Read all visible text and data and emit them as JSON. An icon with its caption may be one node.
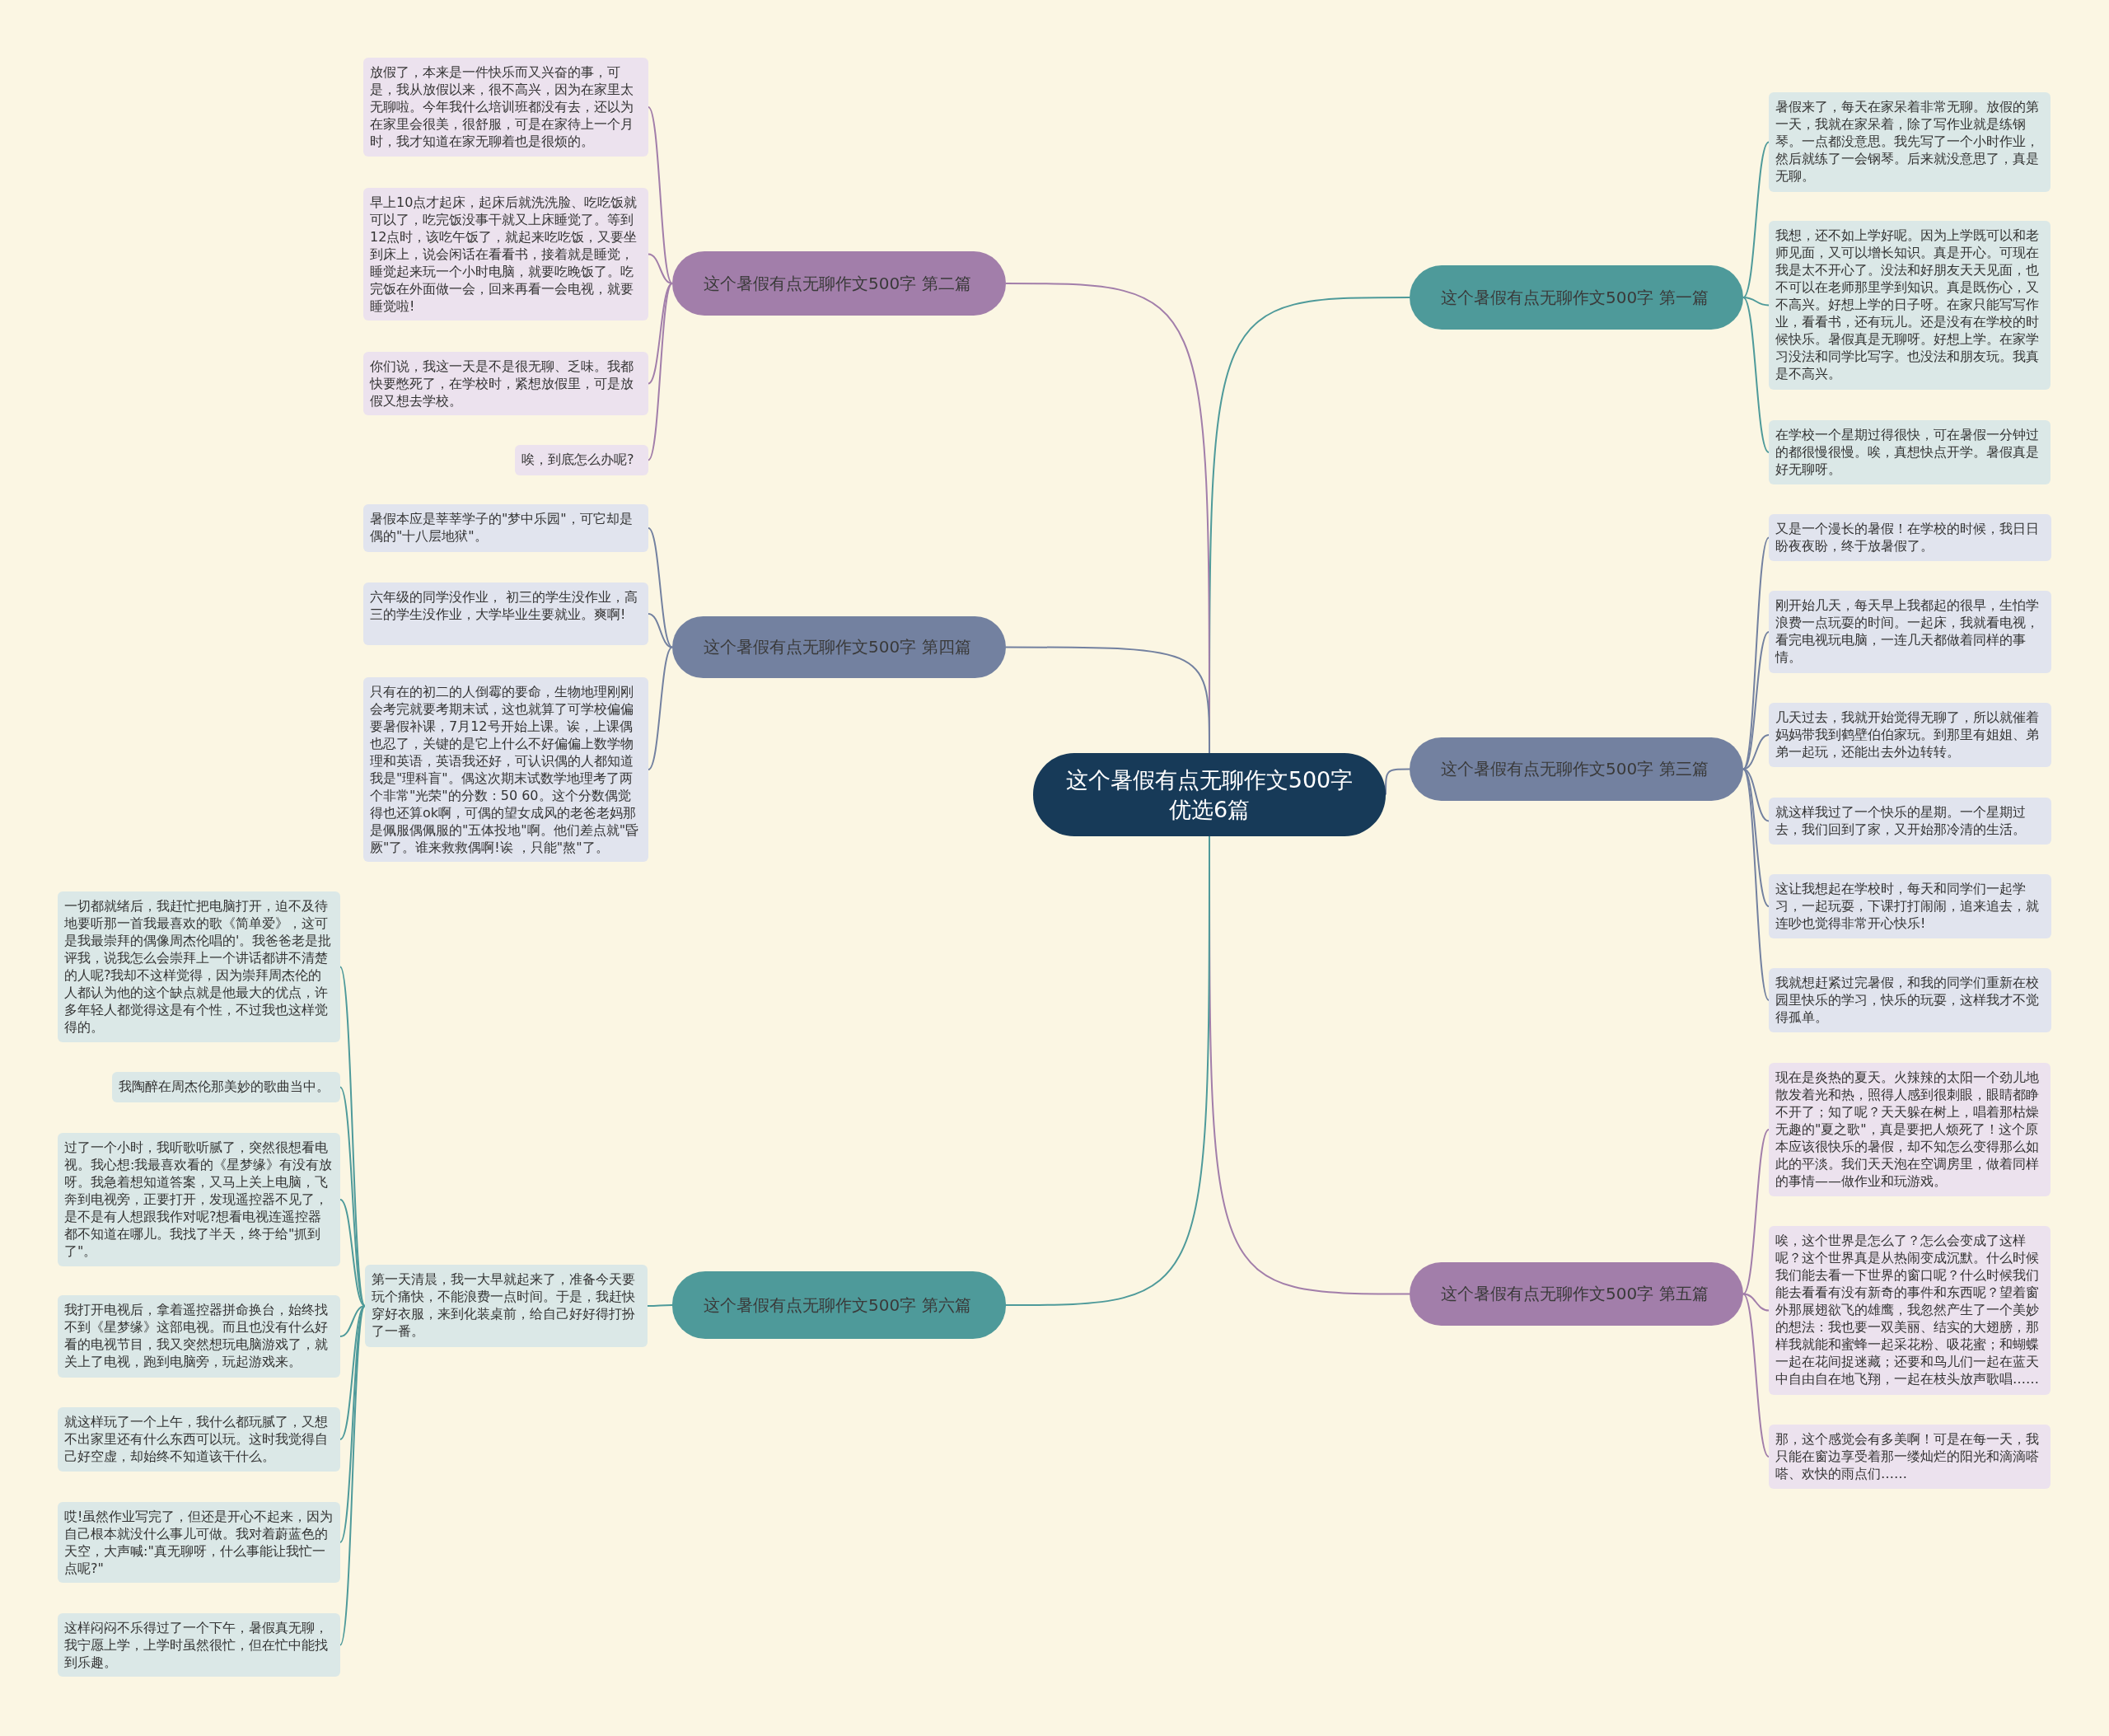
{
  "diagram": {
    "nodes": [
      {
        "text": [
          "这个暑假有点无聊作文500字优选6篇"
        ]
      },
      {
        "text": [
          "这个暑假有点无聊作文500字 第一篇"
        ]
      },
      {
        "text": [
          "暑假来了，每天在家呆着非常无聊。放假的第一天，我就在家呆着，除了写作业就是练钢琴。一点都没意思。我先写了一个小时作业，然后就练了一会钢琴。后来就没意思了，真是无聊。"
        ]
      },
      {
        "text": [
          "我想，还不如上学好呢。因为上学既可以和老师见面，又可以增长知识。真是开心。可现在我是太不开心了。没法和好朋友天天见面，也不可以在老师那里学到知识。真是既伤心，又不高兴。好想上学的日子呀。在家只能写写作业，看看书，还有玩儿。还是没有在学校的时候快乐。暑假真是无聊呀。好想上学。在家学习没法和同学比写字。也没法和朋友玩。我真是不高兴。"
        ]
      },
      {
        "text": [
          "在学校一个星期过得很快，可在暑假一分钟过的都很慢很慢。唉，真想快点开学。暑假真是好无聊呀。"
        ]
      },
      {
        "text": [
          "这个暑假有点无聊作文500字 第二篇"
        ]
      },
      {
        "text": [
          "放假了，本来是一件快乐而又兴奋的事，可是，我从放假以来，很不高兴，因为在家里太无聊啦。今年我什么培训班都没有去，还以为在家里会很美，很舒服，可是在家待上一个月时，我才知道在家无聊着也是很烦的。"
        ]
      },
      {
        "text": [
          "早上10点才起床，起床后就洗洗脸、吃吃饭就可以了，吃完饭没事干就又上床睡觉了。等到12点时，该吃午饭了，就起来吃吃饭，又要坐到床上，说会闲话在看看书，接着就是睡觉，睡觉起来玩一个小时电脑，就要吃晚饭了。吃完饭在外面做一会，回来再看一会电视，就要睡觉啦!"
        ]
      },
      {
        "text": [
          "你们说，我这一天是不是很无聊、乏味。我都快要憋死了，在学校时，紧想放假里，可是放假又想去学校。"
        ]
      },
      {
        "text": [
          "唉，到底怎么办呢?"
        ]
      },
      {
        "text": [
          "这个暑假有点无聊作文500字 第三篇"
        ]
      },
      {
        "text": [
          "又是一个漫长的暑假！在学校的时候，我日日盼夜夜盼，终于放暑假了。"
        ]
      },
      {
        "text": [
          "刚开始几天，每天早上我都起的很早，生怕学浪费一点玩耍的时间。一起床，我就看电视，看完电视玩电脑，一连几天都做着同样的事情。"
        ]
      },
      {
        "text": [
          "几天过去，我就开始觉得无聊了，所以就催着妈妈带我到鹤壁伯伯家玩。到那里有姐姐、弟弟一起玩，还能出去外边转转。"
        ]
      },
      {
        "text": [
          "就这样我过了一个快乐的星期。一个星期过去，我们回到了家，又开始那冷清的生活。"
        ]
      },
      {
        "text": [
          "这让我想起在学校时，每天和同学们一起学习，一起玩耍，下课打打闹闹，追来追去，就连吵也觉得非常开心快乐!"
        ]
      },
      {
        "text": [
          "我就想赶紧过完暑假，和我的同学们重新在校园里快乐的学习，快乐的玩耍，这样我才不觉得孤单。"
        ]
      },
      {
        "text": [
          "这个暑假有点无聊作文500字 第四篇"
        ]
      },
      {
        "text": [
          "暑假本应是莘莘学子的\"梦中乐园\"，可它却是偶的\"十八层地狱\"。"
        ]
      },
      {
        "text": [
          "六年级的同学没作业， 初三的学生没作业，高三的学生没作业，大学毕业生要就业。爽啊!"
        ]
      },
      {
        "text": [
          "只有在的初二的人倒霉的要命，生物地理刚刚会考完就要考期末试，这也就算了可学校偏偏要暑假补课，7月12号开始上课。诶，上课偶也忍了，关键的是它上什么不好偏偏上数学物理和英语，英语我还好，可认识偶的人都知道我是\"理科盲\"。偶这次期末试数学地理考了两个非常\"光荣\"的分数：50 60。这个分数偶觉得也还算ok啊，可偶的望女成风的老爸老妈那是佩服偶佩服的\"五体投地\"啊。他们差点就\"昏厥\"了。谁来救救偶啊!诶 ，只能\"熬\"了。"
        ]
      },
      {
        "text": [
          "这个暑假有点无聊作文500字 第五篇"
        ]
      },
      {
        "text": [
          "现在是炎热的夏天。火辣辣的太阳一个劲儿地散发着光和热，照得人感到很刺眼，眼睛都睁不开了；知了呢？天天躲在树上，唱着那枯燥无趣的\"夏之歌\"，真是要把人烦死了！这个原本应该很快乐的暑假，却不知怎么变得那么如此的平淡。我们天天泡在空调房里，做着同样的事情——做作业和玩游戏。"
        ]
      },
      {
        "text": [
          "唉，这个世界是怎么了？怎么会变成了这样呢？这个世界真是从热闹变成沉默。什么时候我们能去看一下世界的窗口呢？什么时候我们能去看看有没有新奇的事件和东西呢？望着窗外那展翅欲飞的雄鹰，我忽然产生了一个美妙的想法：我也要一双美丽、结实的大翅膀，那样我就能和蜜蜂一起采花粉、吸花蜜；和蝴蝶一起在花间捉迷藏；还要和鸟儿们一起在蓝天中自由自在地飞翔，一起在枝头放声歌唱……"
        ]
      },
      {
        "text": [
          "那，这个感觉会有多美啊！可是在每一天，我只能在窗边享受着那一缕灿烂的阳光和滴滴嗒嗒、欢快的雨点们……"
        ]
      },
      {
        "text": [
          "这个暑假有点无聊作文500字 第六篇"
        ]
      },
      {
        "text": [
          "第一天清晨，我一大早就起来了，准备今天要玩个痛快，不能浪费一点时间。于是，我赶快穿好衣服，来到化装桌前，给自己好好得打扮了一番。"
        ]
      },
      {
        "text": [
          "一切都就绪后，我赶忙把电脑打开，迫不及待地要听那一首我最喜欢的歌《简单爱》，这可是我最崇拜的偶像周杰伦唱的'。我爸爸老是批评我，说我怎么会崇拜上一个讲话都讲不清楚的人呢?我却不这样觉得，因为崇拜周杰伦的人都认为他的这个缺点就是他最大的优点，许多年轻人都觉得这是有个性，不过我也这样觉得的。"
        ]
      },
      {
        "text": [
          "我陶醉在周杰伦那美妙的歌曲当中。"
        ]
      },
      {
        "text": [
          "过了一个小时，我听歌听腻了，突然很想看电视。我心想:我最喜欢看的《星梦缘》有没有放呀。我急着想知道答案，又马上关上电脑，飞奔到电视旁，正要打开，发现遥控器不见了，是不是有人想跟我作对呢?想看电视连遥控器都不知道在哪儿。我找了半天，终于给\"抓到了\"。"
        ]
      },
      {
        "text": [
          "我打开电视后，拿着遥控器拼命换台，始终找不到《星梦缘》这部电视。而且也没有什么好看的电视节目，我又突然想玩电脑游戏了，就关上了电视，跑到电脑旁，玩起游戏来。"
        ]
      },
      {
        "text": [
          "就这样玩了一个上午，我什么都玩腻了，又想不出家里还有什么东西可以玩。这时我觉得自己好空虚，却始终不知道该干什么。"
        ]
      },
      {
        "text": [
          "哎!虽然作业写完了，但还是开心不起来，因为自己根本就没什么事儿可做。我对着蔚蓝色的天空，大声喊:\"真无聊呀，什么事能让我忙一点呢?\""
        ]
      },
      {
        "text": [
          "这样闷闷不乐得过了一个下午，暑假真无聊，我宁愿上学，上学时虽然很忙，但在忙中能找到乐趣。"
        ]
      }
    ],
    "edges": [
      {
        "from": 0,
        "to": 1,
        "arrow": "none",
        "color": "#4e9a9a"
      },
      {
        "from": 1,
        "to": 2,
        "arrow": "none",
        "color": "#4e9a9a"
      },
      {
        "from": 1,
        "to": 3,
        "arrow": "none",
        "color": "#4e9a9a"
      },
      {
        "from": 1,
        "to": 4,
        "arrow": "none",
        "color": "#4e9a9a"
      },
      {
        "from": 0,
        "to": 5,
        "arrow": "none",
        "color": "#a27eaa"
      },
      {
        "from": 5,
        "to": 6,
        "arrow": "none",
        "color": "#a27eaa"
      },
      {
        "from": 5,
        "to": 7,
        "arrow": "none",
        "color": "#a27eaa"
      },
      {
        "from": 5,
        "to": 8,
        "arrow": "none",
        "color": "#a27eaa"
      },
      {
        "from": 5,
        "to": 9,
        "arrow": "none",
        "color": "#a27eaa"
      },
      {
        "from": 0,
        "to": 10,
        "arrow": "none",
        "color": "#7381a0"
      },
      {
        "from": 10,
        "to": 11,
        "arrow": "none",
        "color": "#7381a0"
      },
      {
        "from": 10,
        "to": 12,
        "arrow": "none",
        "color": "#7381a0"
      },
      {
        "from": 10,
        "to": 13,
        "arrow": "none",
        "color": "#7381a0"
      },
      {
        "from": 10,
        "to": 14,
        "arrow": "none",
        "color": "#7381a0"
      },
      {
        "from": 10,
        "to": 15,
        "arrow": "none",
        "color": "#7381a0"
      },
      {
        "from": 10,
        "to": 16,
        "arrow": "none",
        "color": "#7381a0"
      },
      {
        "from": 0,
        "to": 17,
        "arrow": "none",
        "color": "#7381a0"
      },
      {
        "from": 17,
        "to": 18,
        "arrow": "none",
        "color": "#7381a0"
      },
      {
        "from": 17,
        "to": 19,
        "arrow": "none",
        "color": "#7381a0"
      },
      {
        "from": 17,
        "to": 20,
        "arrow": "none",
        "color": "#7381a0"
      },
      {
        "from": 0,
        "to": 21,
        "arrow": "none",
        "color": "#a27eaa"
      },
      {
        "from": 21,
        "to": 22,
        "arrow": "none",
        "color": "#a27eaa"
      },
      {
        "from": 21,
        "to": 23,
        "arrow": "none",
        "color": "#a27eaa"
      },
      {
        "from": 21,
        "to": 24,
        "arrow": "none",
        "color": "#a27eaa"
      },
      {
        "from": 0,
        "to": 25,
        "arrow": "none",
        "color": "#4e9a9a"
      },
      {
        "from": 25,
        "to": 26,
        "arrow": "none",
        "color": "#4e9a9a"
      },
      {
        "from": 26,
        "to": 27,
        "arrow": "none",
        "color": "#4e9a9a"
      },
      {
        "from": 26,
        "to": 28,
        "arrow": "none",
        "color": "#4e9a9a"
      },
      {
        "from": 26,
        "to": 29,
        "arrow": "none",
        "color": "#4e9a9a"
      },
      {
        "from": 26,
        "to": 30,
        "arrow": "none",
        "color": "#4e9a9a"
      },
      {
        "from": 26,
        "to": 31,
        "arrow": "none",
        "color": "#4e9a9a"
      },
      {
        "from": 26,
        "to": 32,
        "arrow": "none",
        "color": "#4e9a9a"
      },
      {
        "from": 26,
        "to": 33,
        "arrow": "none",
        "color": "#4e9a9a"
      }
    ]
  }
}
